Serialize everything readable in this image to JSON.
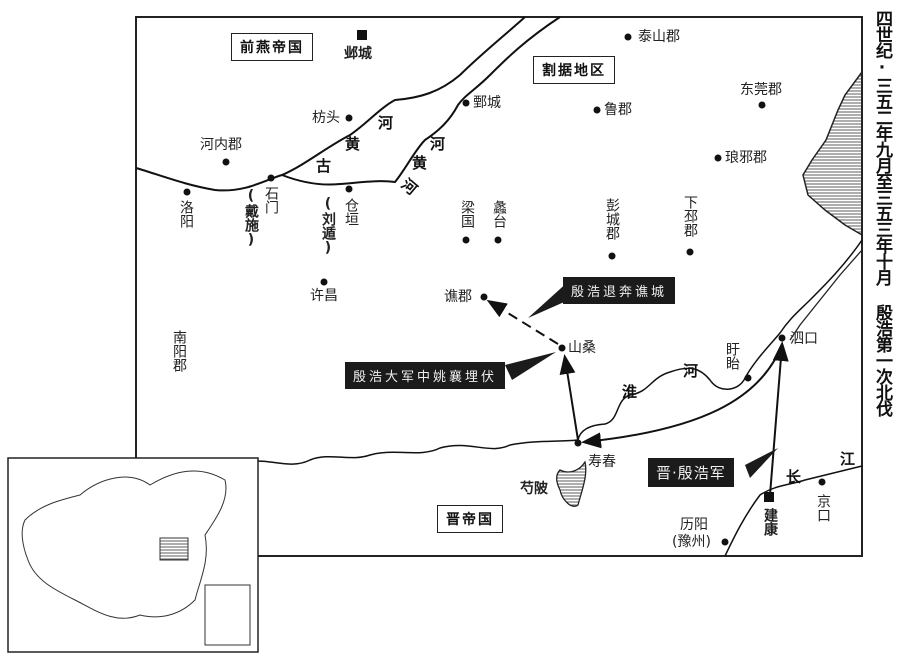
{
  "title": "四世纪·三五二年九月至三五三年十月  殷浩第一次北伐",
  "regions": {
    "former_yan": "前燕帝国",
    "separatist": "割据地区",
    "jin": "晋帝国"
  },
  "rivers": {
    "old_yellow": [
      "古",
      "黄",
      "河"
    ],
    "yellow": [
      "黄",
      "河",
      "河"
    ],
    "huai": [
      "淮",
      "河"
    ],
    "yangtze": [
      "长",
      "江"
    ]
  },
  "places": {
    "yecheng": "邺城",
    "taishan": "泰山郡",
    "dongguan": "东莞郡",
    "lu": "鲁郡",
    "langya": "琅邪郡",
    "fangtou": "枋头",
    "juancheng": "鄄城",
    "henei": "河内郡",
    "luoyang": "洛阳",
    "shimen": "石门",
    "daishi": "(戴施)",
    "cangyuan": "仓垣",
    "liudun": "(刘遁)",
    "liangguo": "梁国",
    "litai": "蠡台",
    "pengcheng": "彭城郡",
    "xiapi": "下邳郡",
    "xuchang": "许昌",
    "qiao": "谯郡",
    "shansang": "山桑",
    "nanyang": "南阳郡",
    "xuyi": "盱眙",
    "sikou": "泗口",
    "shouchun": "寿春",
    "quebei": "芍陂",
    "jingkou": "京口",
    "jiankang": "建康",
    "liyang": "历阳",
    "yuzhou": "(豫州)"
  },
  "callouts": {
    "retreat": "殷浩退奔谯城",
    "ambush": "殷浩大军中姚襄埋伏",
    "army": "晋·殷浩军"
  }
}
